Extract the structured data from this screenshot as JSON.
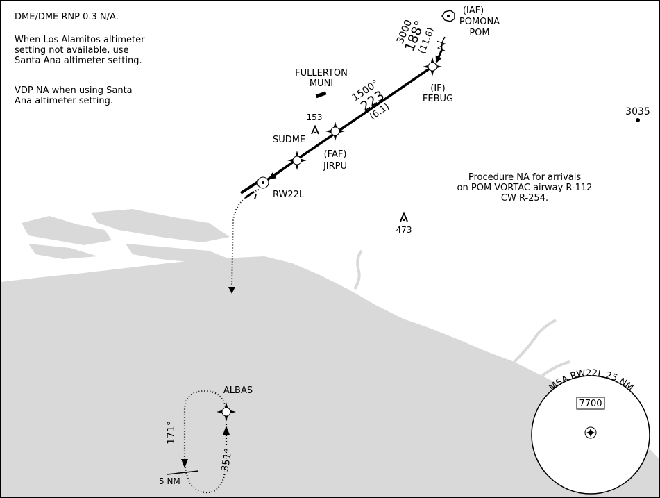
{
  "notes": {
    "dme_rnp": "DME/DME RNP 0.3 N/A.",
    "altimeter_1": "When Los Alamitos altimeter",
    "altimeter_2": "setting not available, use",
    "altimeter_3": "Santa Ana altimeter setting.",
    "vdp_1": "VDP NA when using Santa",
    "vdp_2": "Ana altimeter setting.",
    "procedure_na_1": "Procedure NA for arrivals",
    "procedure_na_2": "on POM VORTAC airway R-112",
    "procedure_na_3": "CW R-254."
  },
  "airports": {
    "fullerton_1": "FULLERTON",
    "fullerton_2": "MUNI"
  },
  "fixes": {
    "pomona": {
      "role": "(IAF)",
      "name": "POMONA",
      "ident": "POM"
    },
    "febug": {
      "role": "(IF)",
      "name": "FEBUG"
    },
    "jirpu": {
      "role": "(FAF)",
      "name": "JIRPU"
    },
    "sudme": {
      "name": "SUDME"
    },
    "runway": {
      "name": "RW22L"
    },
    "albas": {
      "name": "ALBAS"
    }
  },
  "legs": {
    "pom_febug": {
      "altitude": "3000",
      "course": "188",
      "distance": "(11.6)"
    },
    "febug_jirpu": {
      "altitude": "1500",
      "course": "223",
      "distance": "(6.1)"
    }
  },
  "degree_symbol": "°",
  "obstacles": {
    "obs_153": "153",
    "obs_473": "473",
    "spot_3035": "3035"
  },
  "holding": {
    "inbound_course": "351",
    "outbound_course": "171",
    "leg_length": "5 NM"
  },
  "msa": {
    "title": "MSA RW22L 25 NM",
    "altitude": "7700"
  },
  "colors": {
    "land": "#d9d9d9",
    "ink": "#000000",
    "background": "#ffffff"
  }
}
